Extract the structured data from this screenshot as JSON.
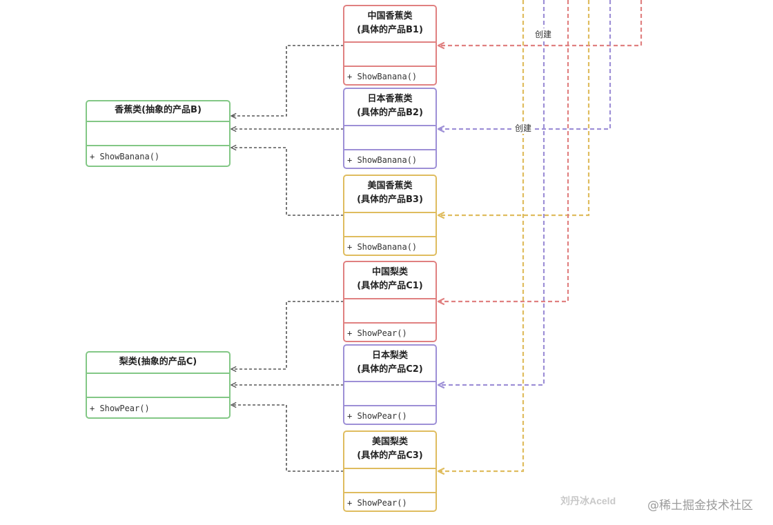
{
  "colors": {
    "green": "#82c785",
    "red": "#e08080",
    "purple": "#9d8fd6",
    "yellow": "#dfbc5e",
    "dependency_dark": "#555555"
  },
  "abstract_classes": [
    {
      "id": "banana_abstract",
      "title_lines": [
        "香蕉类(抽象的产品B)"
      ],
      "method": "+ ShowBanana()",
      "color": "green"
    },
    {
      "id": "pear_abstract",
      "title_lines": [
        "梨类(抽象的产品C)"
      ],
      "method": "+ ShowPear()",
      "color": "green"
    }
  ],
  "concrete_classes": [
    {
      "id": "b1",
      "title_lines": [
        "中国香蕉类",
        "(具体的产品B1)"
      ],
      "method": "+ ShowBanana()",
      "color": "red"
    },
    {
      "id": "b2",
      "title_lines": [
        "日本香蕉类",
        "(具体的产品B2)"
      ],
      "method": "+ ShowBanana()",
      "color": "purple"
    },
    {
      "id": "b3",
      "title_lines": [
        "美国香蕉类",
        "(具体的产品B3)"
      ],
      "method": "+ ShowBanana()",
      "color": "yellow"
    },
    {
      "id": "c1",
      "title_lines": [
        "中国梨类",
        "(具体的产品C1)"
      ],
      "method": "+ ShowPear()",
      "color": "red"
    },
    {
      "id": "c2",
      "title_lines": [
        "日本梨类",
        "(具体的产品C2)"
      ],
      "method": "+ ShowPear()",
      "color": "purple"
    },
    {
      "id": "c3",
      "title_lines": [
        "美国梨类",
        "(具体的产品C3)"
      ],
      "method": "+ ShowPear()",
      "color": "yellow"
    }
  ],
  "labels": {
    "create_1": "创建",
    "create_2": "创建"
  },
  "watermark": {
    "author": "刘丹冰Aceld",
    "site": "@稀土掘金技术社区"
  }
}
